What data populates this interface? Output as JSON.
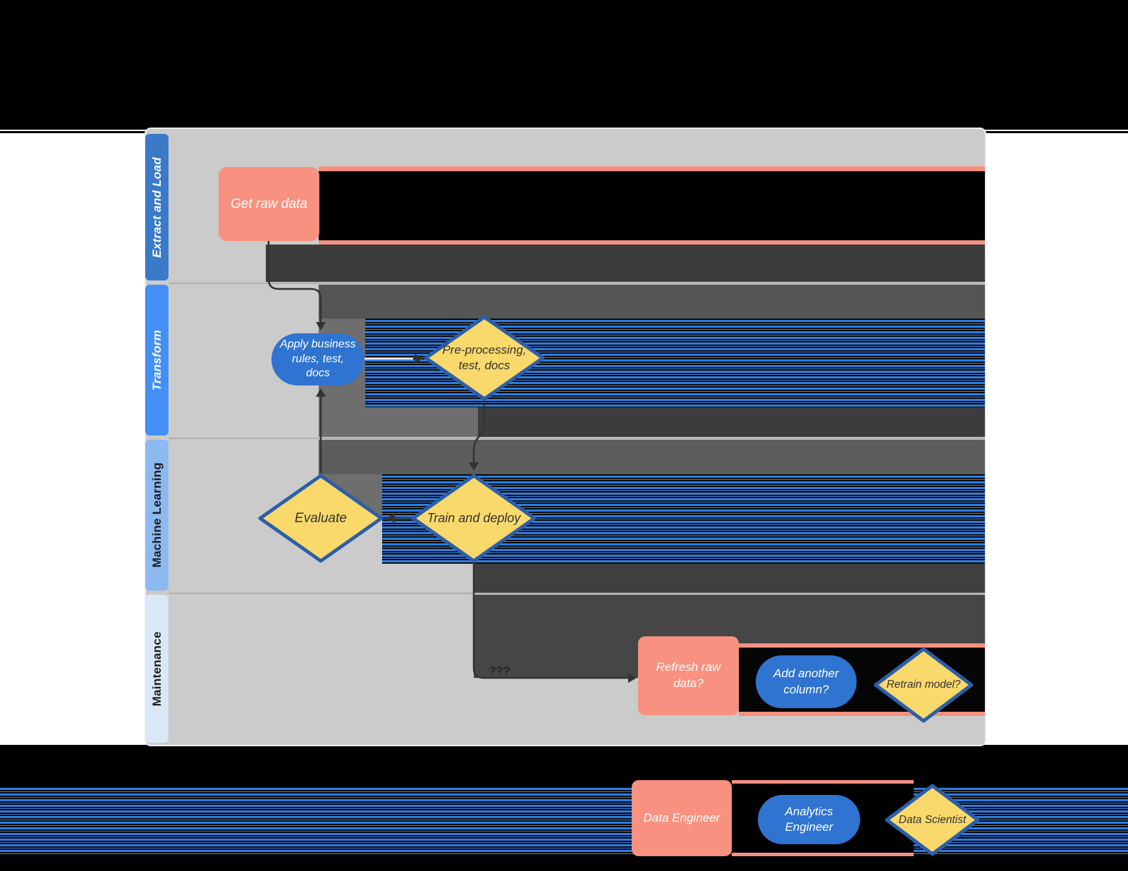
{
  "lanes": [
    {
      "id": "extract-and-load",
      "label": "Extract and Load"
    },
    {
      "id": "transform",
      "label": "Transform"
    },
    {
      "id": "machine-learning",
      "label": "Machine Learning"
    },
    {
      "id": "maintenance",
      "label": "Maintenance"
    }
  ],
  "nodes": {
    "get_raw_data": {
      "label": "Get raw data",
      "shape": "process",
      "lane": "Extract and Load"
    },
    "apply_business_rules": {
      "label": "Apply business\nrules, test,\ndocs",
      "shape": "stadium",
      "lane": "Transform"
    },
    "pre_processing": {
      "label": "Pre-processing,\ntest, docs",
      "shape": "decision",
      "lane": "Transform"
    },
    "evaluate": {
      "label": "Evaluate",
      "shape": "decision",
      "lane": "Machine Learning"
    },
    "train_and_deploy": {
      "label": "Train and deploy",
      "shape": "decision",
      "lane": "Machine Learning"
    },
    "refresh_raw_data": {
      "label": "Refresh raw\ndata?",
      "shape": "process",
      "lane": "Maintenance"
    },
    "add_another_column": {
      "label": "Add another\ncolumn?",
      "shape": "stadium",
      "lane": "Maintenance"
    },
    "retrain_model": {
      "label": "Retrain model?",
      "shape": "decision",
      "lane": "Maintenance"
    }
  },
  "edge_labels": {
    "train_to_refresh": "???"
  },
  "legend": [
    {
      "shape": "process",
      "label": "Data Engineer"
    },
    {
      "shape": "stadium",
      "label": "Analytics\nEngineer"
    },
    {
      "shape": "decision",
      "label": "Data Scientist"
    }
  ],
  "colors": {
    "process_fill": "#f8917f",
    "stadium_fill": "#2e74d0",
    "decision_fill": "#f9d96b",
    "decision_border": "#2c5fa8",
    "canvas": "#cbcbcb",
    "lane_header_1": "#3a7ac8",
    "lane_header_2": "#4490f4",
    "lane_header_3": "#8cb9f0",
    "lane_header_4": "#d9e7f7",
    "artifact_black": "#000000",
    "artifact_dark": "#3c3c3c",
    "artifact_medium": "#6e6e6e",
    "artifact_stripe_blue": "#2e7ce2",
    "connector": "#333333"
  }
}
